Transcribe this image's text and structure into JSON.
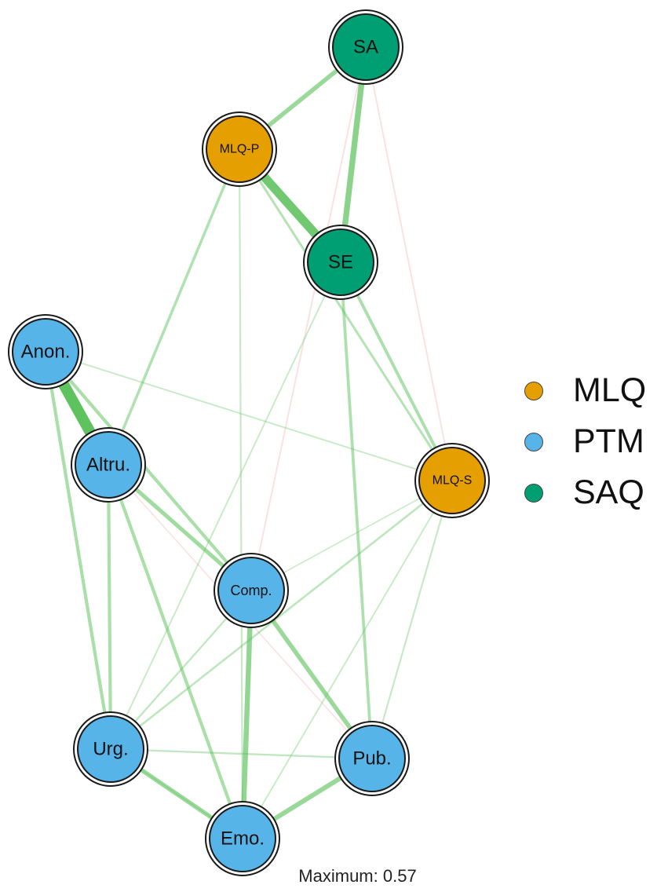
{
  "groups": [
    {
      "name": "MLQ",
      "color": "#E69F00"
    },
    {
      "name": "PTM",
      "color": "#56B4E9"
    },
    {
      "name": "SAQ",
      "color": "#009E73"
    }
  ],
  "edge_colors": {
    "positive": "#5EC25E",
    "negative": "#F4A6A6"
  },
  "nodes": [
    {
      "id": "SA",
      "label": "SA",
      "group": "SAQ"
    },
    {
      "id": "MLQ-P",
      "label": "MLQ-P",
      "group": "MLQ"
    },
    {
      "id": "SE",
      "label": "SE",
      "group": "SAQ"
    },
    {
      "id": "Anon.",
      "label": "Anon.",
      "group": "PTM"
    },
    {
      "id": "Altru.",
      "label": "Altru.",
      "group": "PTM"
    },
    {
      "id": "MLQ-S",
      "label": "MLQ-S",
      "group": "MLQ"
    },
    {
      "id": "Comp.",
      "label": "Comp.",
      "group": "PTM"
    },
    {
      "id": "Urg.",
      "label": "Urg.",
      "group": "PTM"
    },
    {
      "id": "Pub.",
      "label": "Pub.",
      "group": "PTM"
    },
    {
      "id": "Emo.",
      "label": "Emo.",
      "group": "PTM"
    }
  ],
  "edges": [
    {
      "from": "Anon.",
      "to": "Altru.",
      "weight": 0.57
    },
    {
      "from": "MLQ-P",
      "to": "SE",
      "weight": 0.45
    },
    {
      "from": "SA",
      "to": "SE",
      "weight": 0.28
    },
    {
      "from": "SA",
      "to": "MLQ-P",
      "weight": 0.2
    },
    {
      "from": "Comp.",
      "to": "Emo.",
      "weight": 0.24
    },
    {
      "from": "Pub.",
      "to": "Emo.",
      "weight": 0.22
    },
    {
      "from": "Urg.",
      "to": "Emo.",
      "weight": 0.2
    },
    {
      "from": "Comp.",
      "to": "Pub.",
      "weight": 0.2
    },
    {
      "from": "Altru.",
      "to": "Comp.",
      "weight": 0.18
    },
    {
      "from": "Anon.",
      "to": "Comp.",
      "weight": 0.14
    },
    {
      "from": "Altru.",
      "to": "Urg.",
      "weight": 0.14
    },
    {
      "from": "Anon.",
      "to": "Urg.",
      "weight": 0.14
    },
    {
      "from": "Altru.",
      "to": "Emo.",
      "weight": 0.14
    },
    {
      "from": "SE",
      "to": "Pub.",
      "weight": 0.12
    },
    {
      "from": "SE",
      "to": "MLQ-S",
      "weight": 0.13
    },
    {
      "from": "MLQ-P",
      "to": "Altru.",
      "weight": 0.11
    },
    {
      "from": "SA",
      "to": "MLQ-S",
      "weight": -0.04
    },
    {
      "from": "SA",
      "to": "Comp.",
      "weight": -0.04
    },
    {
      "from": "MLQ-S",
      "to": "Urg.",
      "weight": 0.07
    },
    {
      "from": "MLQ-S",
      "to": "Pub.",
      "weight": 0.05
    },
    {
      "from": "Comp.",
      "to": "Urg.",
      "weight": 0.06
    },
    {
      "from": "MLQ-P",
      "to": "Emo.",
      "weight": 0.05
    },
    {
      "from": "MLQ-P",
      "to": "MLQ-S",
      "weight": 0.09
    },
    {
      "from": "Anon.",
      "to": "MLQ-S",
      "weight": 0.04
    },
    {
      "from": "Urg.",
      "to": "Pub.",
      "weight": 0.06
    },
    {
      "from": "Altru.",
      "to": "Pub.",
      "weight": -0.03
    },
    {
      "from": "SE",
      "to": "Urg.",
      "weight": 0.04
    },
    {
      "from": "MLQ-S",
      "to": "Emo.",
      "weight": 0.04
    },
    {
      "from": "Comp.",
      "to": "MLQ-S",
      "weight": 0.03
    },
    {
      "from": "Emo.",
      "to": "Urg.",
      "weight": 0.03
    }
  ],
  "maximum_label": "Maximum: 0.57"
}
